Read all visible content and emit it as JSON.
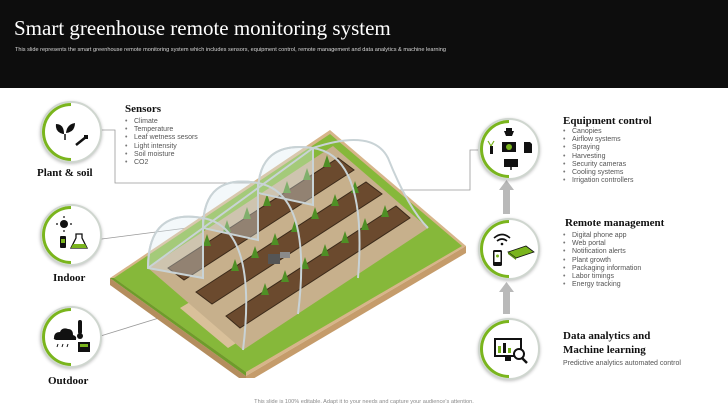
{
  "header": {
    "title": "Smart greenhouse remote monitoring system",
    "subtitle": "This slide represents the smart greenhouse remote monitoring system which includes sensors, equipment control, remote management and data analytics & machine learning"
  },
  "left": {
    "plant_soil": "Plant & soil",
    "indoor": "Indoor",
    "outdoor": "Outdoor"
  },
  "sensors": {
    "title": "Sensors",
    "items": [
      "Climate",
      "Temperature",
      "Leaf wetness sesors",
      "Light intensity",
      "Soil moisture",
      "CO2"
    ]
  },
  "equipment": {
    "title": "Equipment control",
    "items": [
      "Canopies",
      "Airflow systems",
      "Spraying",
      "Harvesting",
      "Security cameras",
      "Cooling systems",
      "Irrigation controllers"
    ]
  },
  "remote": {
    "title": "Remote management",
    "items": [
      "Digital phone app",
      "Web portal",
      "Notification alerts",
      "Plant growth",
      "Packaging information",
      "Labor timings",
      "Energy tracking"
    ]
  },
  "analytics": {
    "title_line1": "Data analytics and",
    "title_line2": "Machine learning",
    "text": "Predictive analytics automated control"
  },
  "footer": "This slide is 100% editable. Adapt it to your needs and capture your audience's attention.",
  "colors": {
    "accent": "#7ab51d",
    "header_bg": "#0d0d0d",
    "ring": "#cfd6cf"
  },
  "icons": [
    "plant-leaf-icon",
    "soil-sensor-icon",
    "sun-icon",
    "thermometer-icon",
    "flask-icon",
    "cloud-rain-icon",
    "camera-dome-icon",
    "phone-icon",
    "wifi-icon",
    "monitor-analytics-icon"
  ]
}
